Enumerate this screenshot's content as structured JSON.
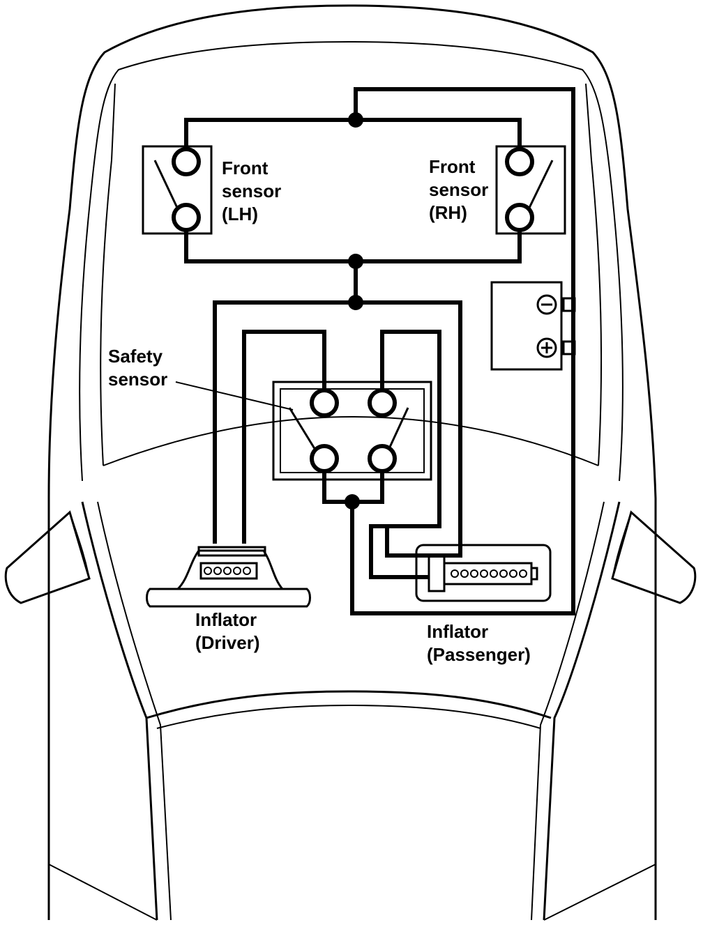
{
  "labels": {
    "front_sensor_lh": [
      "Front",
      "sensor",
      "(LH)"
    ],
    "front_sensor_rh": [
      "Front",
      "sensor",
      "(RH)"
    ],
    "safety_sensor": [
      "Safety",
      "sensor"
    ],
    "inflator_driver": [
      "Inflator",
      "(Driver)"
    ],
    "inflator_passenger": [
      "Inflator",
      "(Passenger)"
    ],
    "battery_minus": "⊖",
    "battery_plus": "⊕"
  }
}
